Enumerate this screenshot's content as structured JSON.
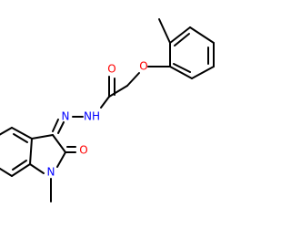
{
  "colors": {
    "bond": "#000000",
    "oxygen": "#ff0000",
    "nitrogen": "#0000ff",
    "background": "#ffffff"
  },
  "atoms": [
    {
      "id": "o-ether",
      "label": "O",
      "element": "oxygen"
    },
    {
      "id": "o-amide",
      "label": "O",
      "element": "oxygen"
    },
    {
      "id": "n-hydrazide-h",
      "label": "NH",
      "element": "nitrogen"
    },
    {
      "id": "n-hydrazone",
      "label": "N",
      "element": "nitrogen"
    },
    {
      "id": "o-lactam",
      "label": "O",
      "element": "oxygen"
    },
    {
      "id": "n-ring",
      "label": "N",
      "element": "nitrogen"
    }
  ]
}
